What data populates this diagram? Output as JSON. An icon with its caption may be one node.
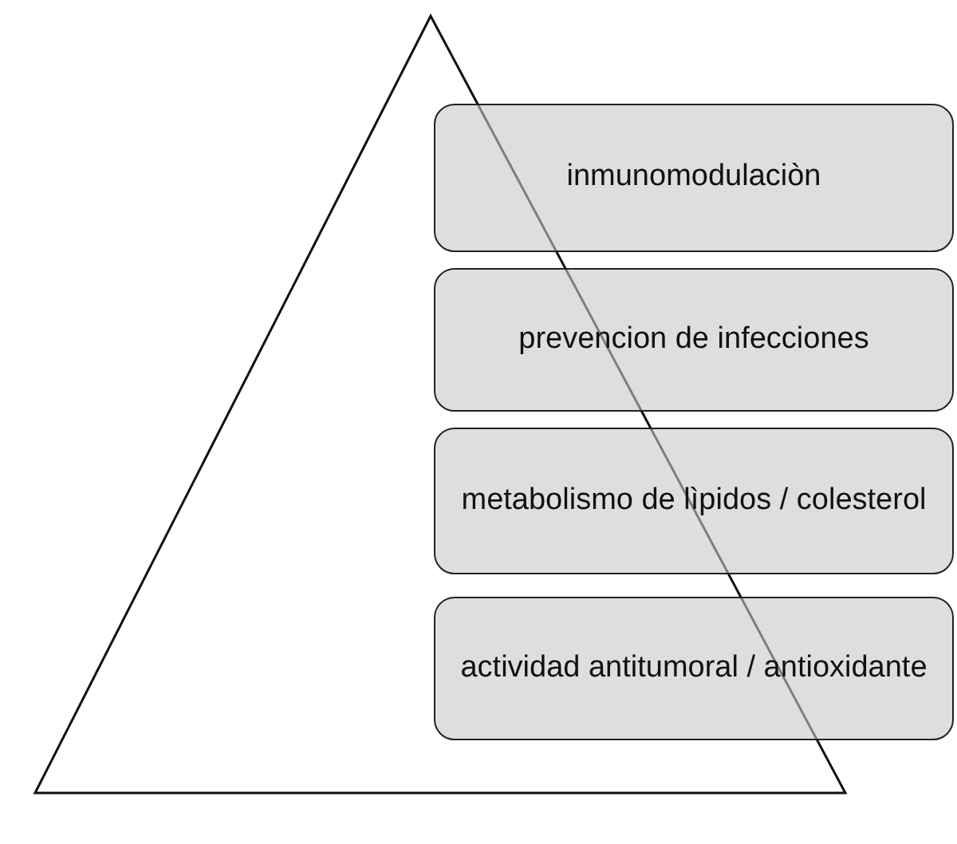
{
  "diagram": {
    "nodes": [
      {
        "text": [],
        "shape": "triangle"
      },
      {
        "text": [
          "inmunomodulaciòn"
        ]
      },
      {
        "text": [
          "prevencion de infecciones"
        ]
      },
      {
        "text": [
          "metabolismo de lìpidos / colesterol"
        ]
      },
      {
        "text": [
          "actividad antitumoral / antioxidante"
        ]
      }
    ],
    "edges": []
  }
}
